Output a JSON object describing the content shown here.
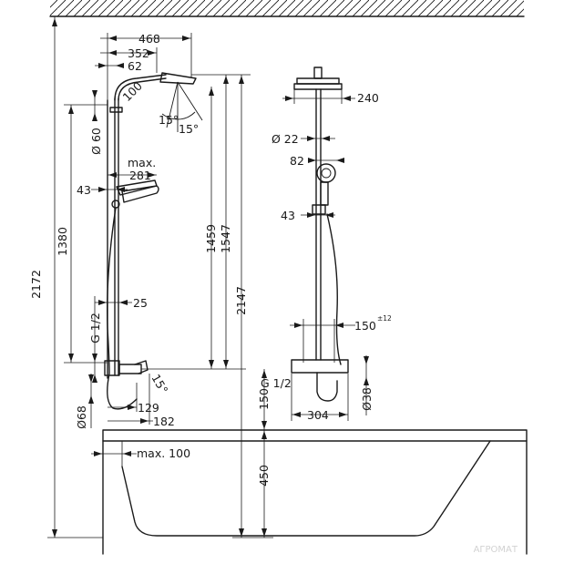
{
  "dimensions": {
    "overall_height": "2172",
    "slider_height": "1380",
    "head_arm_reach": "468",
    "arm_352": "352",
    "arm_62": "62",
    "head_size": "100",
    "tilt_a": "15°",
    "tilt_b": "15°",
    "pipe_diameter": "Ø 60",
    "holder_max_label": "max.",
    "holder_reach": "281",
    "wall_43_left": "43",
    "head_height_1459": "1459",
    "head_height_1547": "1547",
    "head_height_2147": "2147",
    "pipe_spacing_25": "25",
    "thread_left": "G 1/2",
    "tilt_thermo": "15°",
    "escutcheon_diameter": "Ø68",
    "mixer_depth_129": "129",
    "mixer_depth_182": "182",
    "above_tub_150": "150",
    "tub_height_450": "450",
    "max_distance": "max. 100",
    "head_width_240": "240",
    "pipe_diameter_22": "Ø 22",
    "hand_shower_82": "82",
    "wall_43_right": "43",
    "centers_150": "150",
    "centers_tolerance": "±12",
    "thread_right": "G 1/2",
    "mixer_width_304": "304",
    "outlet_diameter_38": "Ø38"
  },
  "watermark": "АГРОМАТ"
}
